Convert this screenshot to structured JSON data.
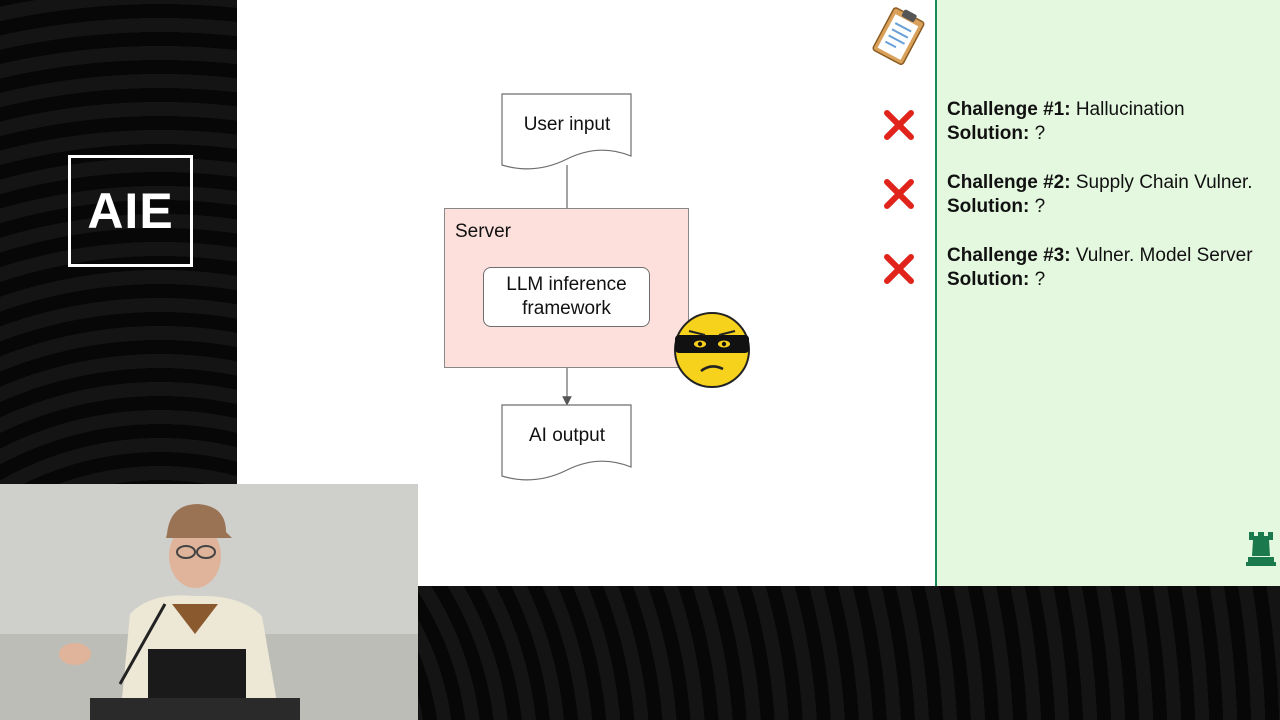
{
  "branding": {
    "logo_text": "AIE"
  },
  "diagram": {
    "user_input": "User input",
    "server_label": "Server",
    "llm_label_line1": "LLM inference",
    "llm_label_line2": "framework",
    "ai_output": "AI output"
  },
  "challenges": [
    {
      "title": "Challenge #1:",
      "value": "Hallucination",
      "solution_label": "Solution:",
      "solution_value": "?"
    },
    {
      "title": "Challenge #2:",
      "value": "Supply Chain Vulner.",
      "solution_label": "Solution:",
      "solution_value": "?"
    },
    {
      "title": "Challenge #3:",
      "value": "Vulner. Model Server",
      "solution_label": "Solution:",
      "solution_value": "?"
    }
  ],
  "icons": {
    "clipboard": "clipboard-icon",
    "cross": "cross-mark-icon",
    "robber": "masked-face-icon",
    "rook": "chess-rook-icon"
  },
  "colors": {
    "server_fill": "#fde0dc",
    "panel_fill": "#e4f8df",
    "panel_border": "#178a5a",
    "cross": "#e0241b",
    "rook": "#1a7a4e"
  }
}
